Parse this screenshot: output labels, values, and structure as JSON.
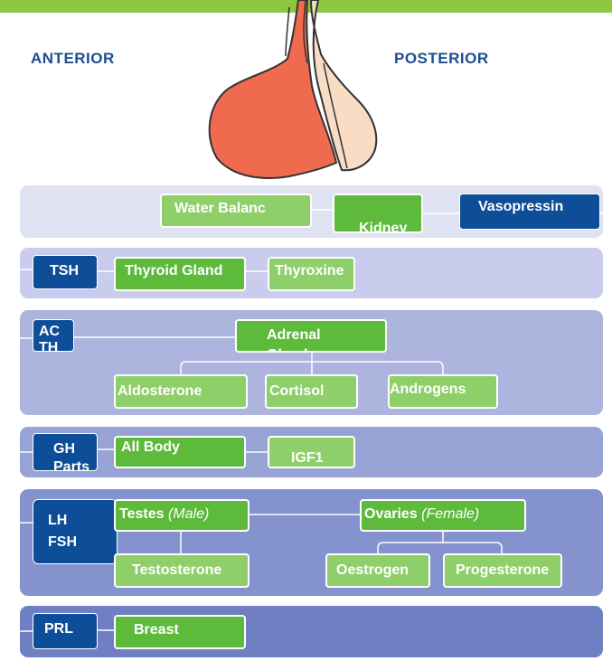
{
  "labels": {
    "anterior": "ANTERIOR",
    "posterior": "POSTERIOR"
  },
  "posterior_row": {
    "water": "Water Balanc",
    "kidney": "Kidney",
    "vasopressin": "Vasopressin"
  },
  "tsh_row": {
    "hormone": "TSH",
    "gland": "Thyroid Gland",
    "product": "Thyroxine"
  },
  "acth_row": {
    "hormone": "ACTH",
    "gland": "Adrenal Gland",
    "products": [
      "Aldosterone",
      "Cortisol",
      "Androgens"
    ]
  },
  "gh_row": {
    "hormone": "GH",
    "hormone_sub": "Parts",
    "target": "All Body",
    "product": "IGF1"
  },
  "lh_row": {
    "hormone_1": "LH",
    "hormone_2": "FSH",
    "testes": "Testes",
    "testes_note": "(Male)",
    "ovaries": "Ovaries",
    "ovaries_note": "(Female)",
    "testosterone": "Testosterone",
    "oestrogen": "Oestrogen",
    "progesterone": "Progesterone"
  },
  "prl_row": {
    "hormone": "PRL",
    "target": "Breast"
  },
  "colors": {
    "accent_green": "#8dc63f",
    "dark_blue": "#0e4d97",
    "bright_green": "#5dba3b",
    "light_green": "#8fcf6a",
    "gland_anterior": "#f06a50",
    "gland_posterior": "#f8dcc4"
  }
}
